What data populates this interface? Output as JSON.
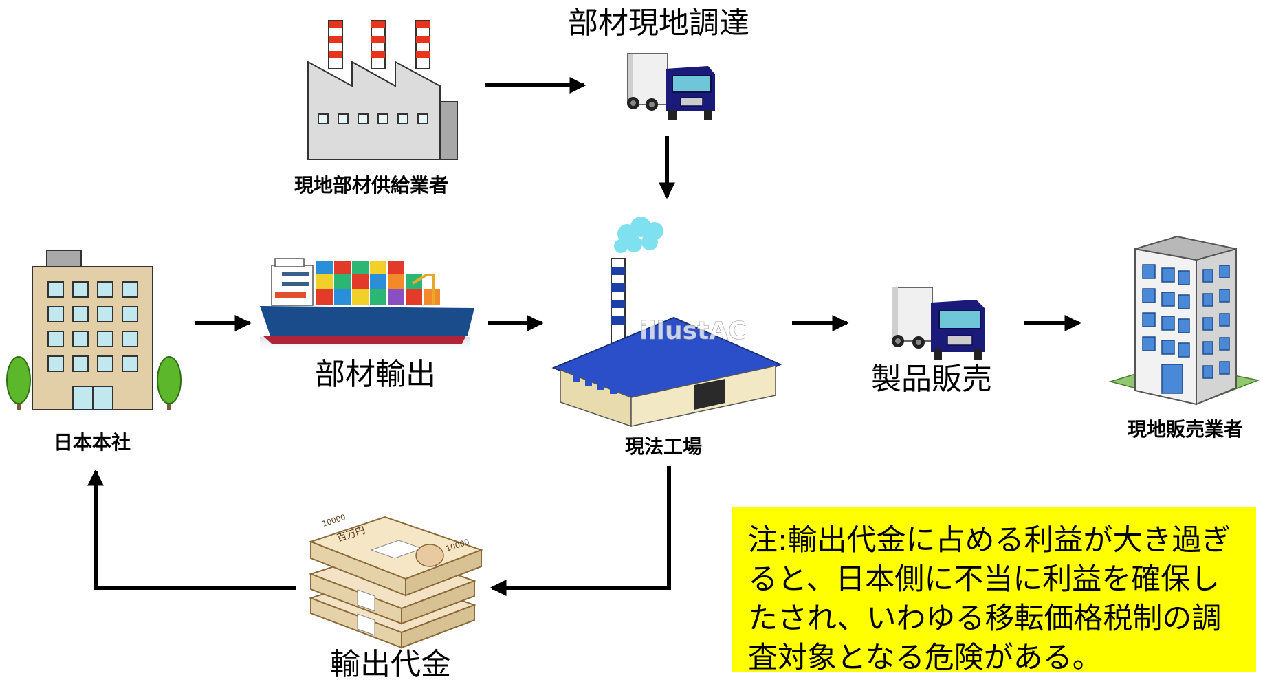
{
  "labels": {
    "supplier": "現地部材供給業者",
    "local_procurement": "部材現地調達",
    "hq": "日本本社",
    "parts_export": "部材輸出",
    "local_factory": "現法工場",
    "product_sales": "製品販売",
    "local_seller": "現地販売業者",
    "export_payment": "輸出代金",
    "watermark": "illustAC",
    "money_band_text": "百万円",
    "note_num": "10000"
  },
  "note": {
    "text": "注:輸出代金に占める利益が大き過ぎると、日本側に不当に利益を確保したされ、いわゆる移転価格税制の調査対象となる危険がある。"
  },
  "colors": {
    "highlight": "#ffff00",
    "arrow": "#000000",
    "truck_cab": "#1a1a7a",
    "factory_roof": "#2a4fc9",
    "chimney_stripe": "#e8341c",
    "smoke": "#7fe0f0",
    "tree": "#5cb82a",
    "ship_hull": "#1a4c8c"
  },
  "icons": [
    "factory-icon",
    "truck-icon",
    "smokestack-factory-icon",
    "office-building-icon",
    "cargo-ship-icon",
    "tree-icon",
    "money-stack-icon",
    "skyscraper-icon"
  ]
}
